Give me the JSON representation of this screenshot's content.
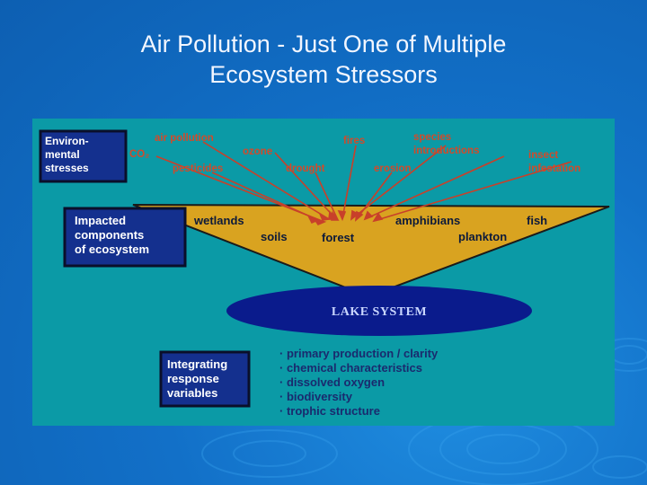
{
  "slide": {
    "title_line1": "Air Pollution  - Just One of Multiple",
    "title_line2": "Ecosystem Stressors"
  },
  "diagram": {
    "stress_box": [
      "Environ-",
      "mental",
      "stresses"
    ],
    "stressors": {
      "air_pollution": "air pollution",
      "co2": "CO₂",
      "ozone": "ozone",
      "fires": "fires",
      "species_1": "species",
      "species_2": "introductions",
      "insect_1": "insect",
      "insect_2": "infestation",
      "pesticides": "pesticides",
      "drought": "drought",
      "erosion": "erosion"
    },
    "components_box": [
      "Impacted",
      "components",
      "of ecosystem"
    ],
    "components": {
      "wetlands": "wetlands",
      "soils": "soils",
      "forest": "forest",
      "amphibians": "amphibians",
      "fish": "fish",
      "plankton": "plankton"
    },
    "lake_label": "LAKE SYSTEM",
    "response_box": [
      "Integrating",
      "response",
      "variables"
    ],
    "response_variables": [
      "primary production / clarity",
      "chemical characteristics",
      "dissolved oxygen",
      "biodiversity",
      "trophic structure"
    ],
    "colors": {
      "panel": "#0b9aa6",
      "stressor_text": "#d24a2a",
      "funnel": "#d9a320",
      "lake": "#0a1b8c",
      "box": "#14308e"
    }
  }
}
